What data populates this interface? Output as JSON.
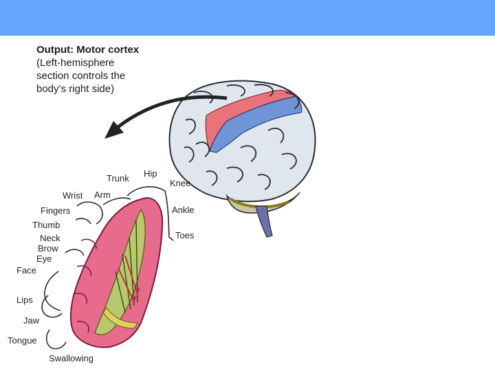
{
  "header": {
    "color": "#66a6ff"
  },
  "caption": {
    "title": "Output: Motor cortex",
    "line1": "(Left-hemisphere",
    "line2": "section controls the",
    "line3": "body’s right side)"
  },
  "body_parts": {
    "trunk": "Trunk",
    "hip": "Hip",
    "knee": "Knee",
    "wrist": "Wrist",
    "arm": "Arm",
    "ankle": "Ankle",
    "fingers": "Fingers",
    "thumb": "Thumb",
    "toes": "Toes",
    "neck": "Neck",
    "brow": "Brow",
    "eye": "Eye",
    "face": "Face",
    "lips": "Lips",
    "jaw": "Jaw",
    "tongue": "Tongue",
    "swallowing": "Swallowing"
  },
  "colors": {
    "motor_strip": "#e8737a",
    "sensory_strip": "#6f95d6",
    "brain": "#dfe6ee",
    "cortex_section": "#e86a8c",
    "arrow": "#222222"
  }
}
